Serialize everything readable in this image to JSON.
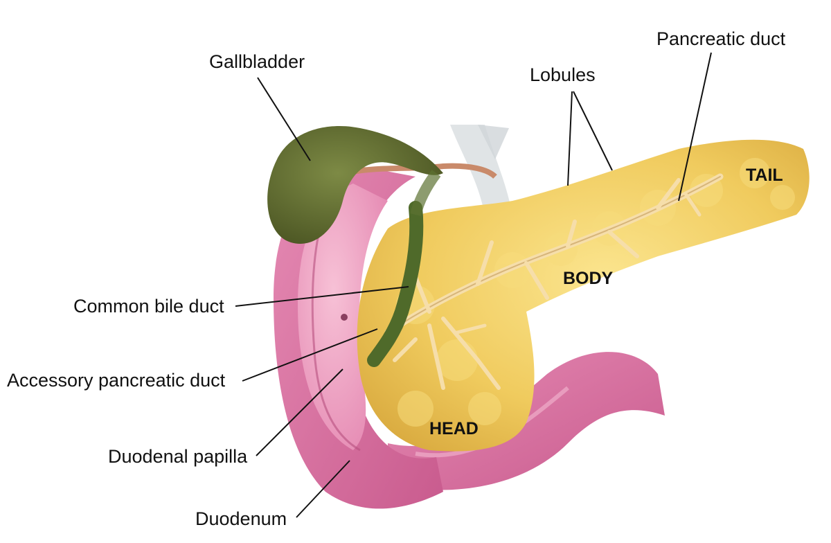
{
  "labels": {
    "gallbladder": "Gallbladder",
    "lobules": "Lobules",
    "pancreatic_duct": "Pancreatic duct",
    "common_bile_duct": "Common bile duct",
    "accessory_pancreatic_duct": "Accessory pancreatic duct",
    "duodenal_papilla": "Duodenal papilla",
    "duodenum": "Duodenum"
  },
  "regions": {
    "tail": "TAIL",
    "body": "BODY",
    "head": "HEAD"
  },
  "colors": {
    "pancreas": "#f3d26a",
    "pancreas_shadow": "#d9aa3f",
    "duct": "#f6deaa",
    "duodenum": "#e07aa8",
    "duodenum_inner": "#f2a9c7",
    "gallbladder": "#5f6b2e",
    "bile_duct": "#4f6a2a",
    "leader_line": "#111111"
  }
}
